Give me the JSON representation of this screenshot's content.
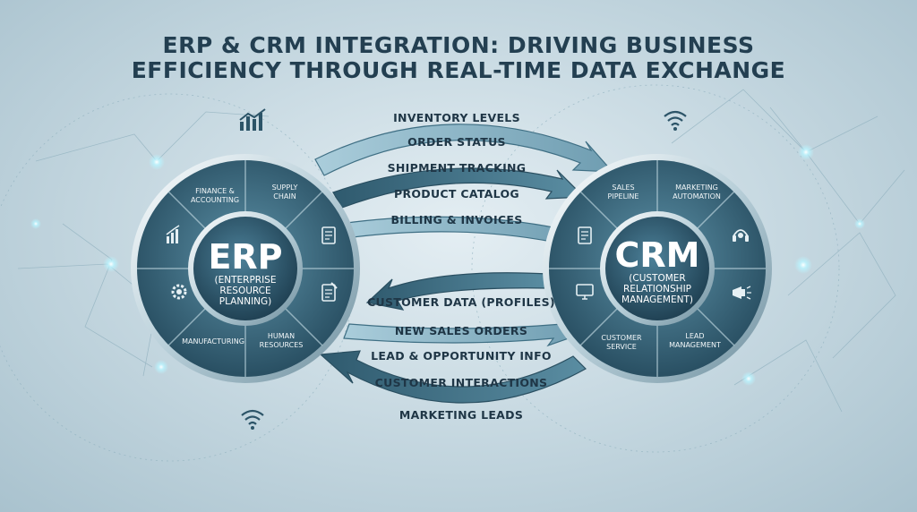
{
  "title": {
    "line1": "ERP & CRM INTEGRATION: DRIVING BUSINESS",
    "line2": "EFFICIENCY THROUGH REAL-TIME DATA EXCHANGE"
  },
  "erp": {
    "name": "ERP",
    "full_name": [
      "(ENTERPRISE",
      "RESOURCE",
      "PLANNING)"
    ],
    "segments": [
      [
        "FINANCE &",
        "ACCOUNTING"
      ],
      [
        "SUPPLY",
        "CHAIN"
      ],
      [
        "MANUFACTURING"
      ],
      [
        "HUMAN",
        "RESOURCES"
      ]
    ]
  },
  "crm": {
    "name": "CRM",
    "full_name": [
      "(CUSTOMER",
      "RELATIONSHIP",
      "MANAGEMENT)"
    ],
    "segments": [
      [
        "SALES",
        "PIPELINE"
      ],
      [
        "MARKETING",
        "AUTOMATION"
      ],
      [
        "CUSTOMER",
        "SERVICE"
      ],
      [
        "LEAD",
        "MANAGEMENT"
      ]
    ]
  },
  "erp_to_crm": [
    "INVENTORY LEVELS",
    "ORDER STATUS",
    "SHIPMENT TRACKING",
    "PRODUCT CATALOG",
    "BILLING & INVOICES"
  ],
  "crm_to_erp": [
    "CUSTOMER DATA (PROFILES)",
    "NEW SALES ORDERS",
    "LEAD & OPPORTUNITY INFO",
    "CUSTOMER INTERACTIONS",
    "MARKETING LEADS"
  ],
  "colors": {
    "title": "#233f51",
    "hub_dark": "#2c5468",
    "hub_light": "#5a8ea3",
    "arrow_light": "#8fb9c9",
    "arrow_dark": "#3e6f85",
    "glow": "#b9f4ff"
  },
  "icons": [
    "chart-icon",
    "wifi-icon",
    "document-icon",
    "clipboard-icon",
    "gear-icon",
    "headset-icon",
    "megaphone-icon",
    "monitor-icon"
  ]
}
